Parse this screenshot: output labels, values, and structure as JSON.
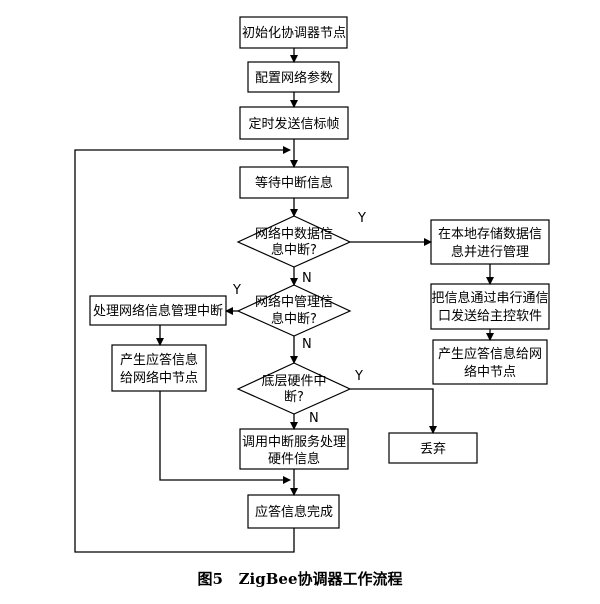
{
  "nodes": {
    "init": "初始化协调器节点",
    "config": "配置网络参数",
    "beacon": "定时发送信标帧",
    "wait": "等待中断信息",
    "d1": [
      "网络中数据信",
      "息中断?"
    ],
    "d2": [
      "网络中管理信",
      "息中断?"
    ],
    "d3": [
      "底层硬件中",
      "断?"
    ],
    "store": [
      "在本地存储数据信",
      "息并进行管理"
    ],
    "forward": [
      "把信息通过串行通信",
      "口发送给主控软件"
    ],
    "reply_right": [
      "产生应答信息给网",
      "络中节点"
    ],
    "process_mgmt": "处理网络信息管理中断",
    "reply_left": [
      "产生应答信息",
      "给网络中节点"
    ],
    "call_isr": [
      "调用中断服务处理",
      "硬件信息"
    ],
    "discard": "丢弃",
    "done": "应答信息完成"
  },
  "labels": {
    "yes": "Y",
    "no": "N"
  },
  "caption": {
    "fig": "图5",
    "title": "ZigBee协调器工作流程"
  }
}
